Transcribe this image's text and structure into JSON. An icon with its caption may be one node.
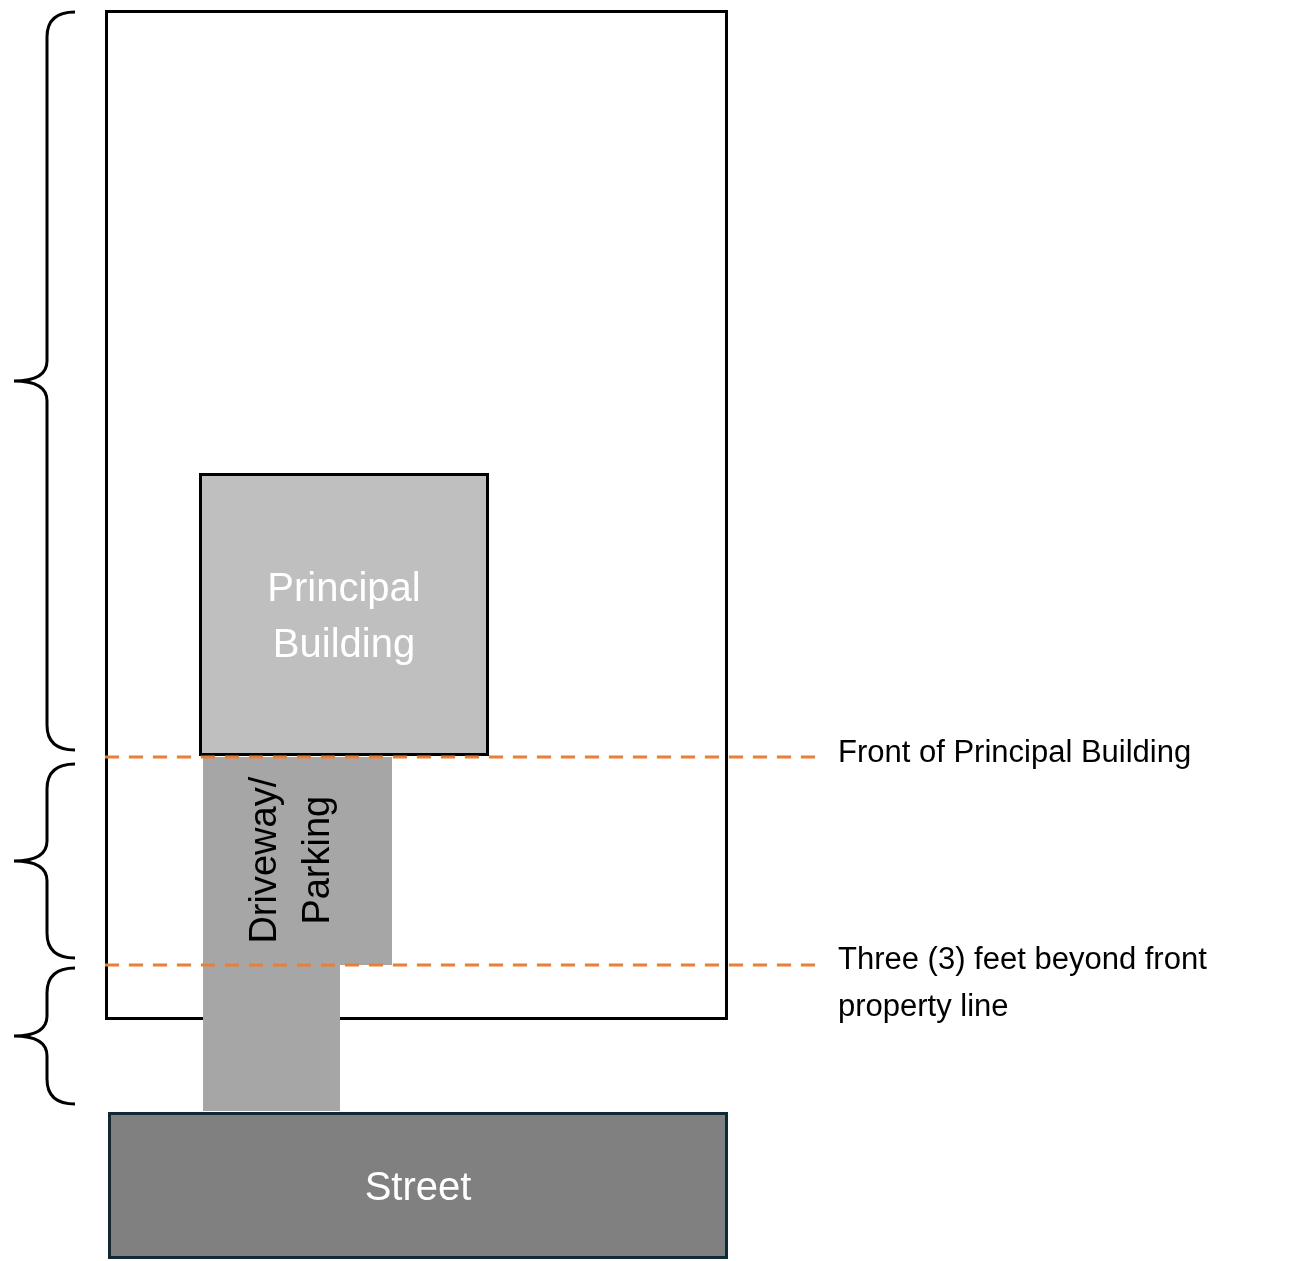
{
  "diagram": {
    "nodes": [
      {
        "text": [],
        "shape": "box"
      },
      {
        "text": [
          "Principal Building"
        ],
        "in": 0
      },
      {
        "text": [
          "Driveway/ Parking"
        ]
      },
      {
        "text": [
          "Street"
        ]
      }
    ],
    "edges": [],
    "labels": [
      "Front of Principal Building",
      "Three (3) feet beyond front property line"
    ]
  }
}
